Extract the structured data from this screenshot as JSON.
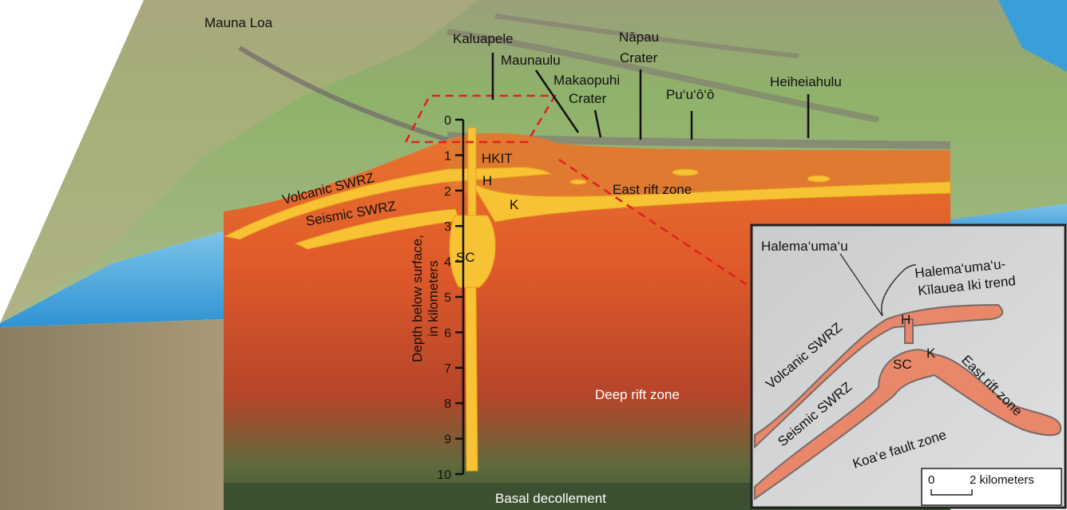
{
  "surface_labels": {
    "mauna_loa": "Mauna Loa",
    "kaluapele": "Kaluapele",
    "maunaulu": "Maunaulu",
    "makaopuhi_1": "Makaopuhi",
    "makaopuhi_2": "Crater",
    "napau_1": "Nāpau",
    "napau_2": "Crater",
    "puuoo": "Pu‘u‘ō‘ō",
    "heiheiahulu": "Heiheiahulu"
  },
  "section_labels": {
    "hkit": "HKIT",
    "volcanic_swrz": "Volcanic SWRZ",
    "seismic_swrz": "Seismic SWRZ",
    "h": "H",
    "k": "K",
    "sc": "SC",
    "east_rift_zone": "East rift zone",
    "deep_rift_zone": "Deep rift zone",
    "basal_decollement": "Basal decollement"
  },
  "depth_axis": {
    "label_1": "Depth below surface,",
    "label_2": "in kilometers",
    "ticks": [
      "0",
      "1",
      "2",
      "3",
      "4",
      "5",
      "6",
      "7",
      "8",
      "9",
      "10"
    ]
  },
  "inset": {
    "halemaumau": "Halema‘uma‘u",
    "trend_1": "Halema‘uma‘u-",
    "trend_2": "Kīlauea Iki trend",
    "volcanic_swrz": "Volcanic SWRZ",
    "seismic_swrz": "Seismic SWRZ",
    "h": "H",
    "sc": "SC",
    "k": "K",
    "east_rift_zone": "East rift zone",
    "koae": "Koa‘e fault zone",
    "scale_0": "0",
    "scale_2": "2 kilometers"
  },
  "colors": {
    "magma": "#f7c233",
    "crust": "#e0662b",
    "terrain": "#8fb26a",
    "ocean": "#3a9fd8",
    "inset_zone": "#e8876a"
  }
}
